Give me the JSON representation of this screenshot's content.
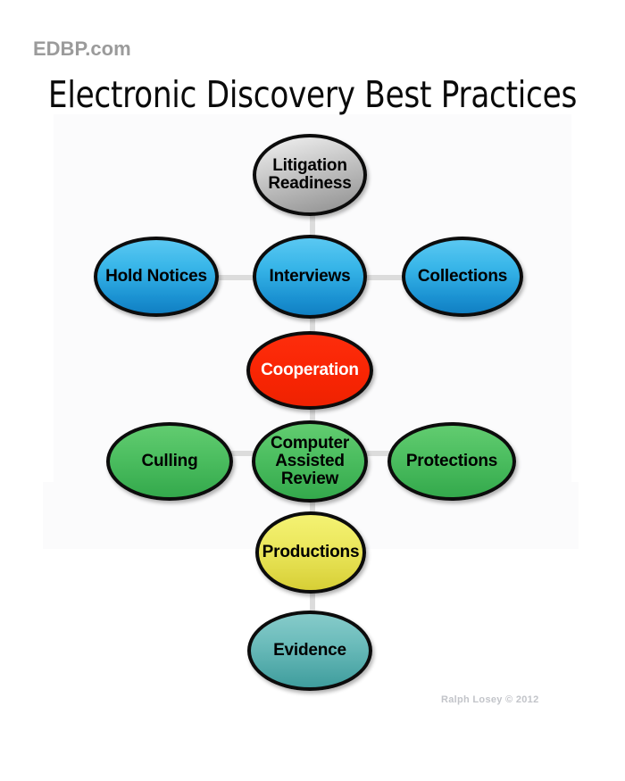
{
  "header": {
    "logo": "EDBP.com",
    "title": "Electronic Discovery Best Practices"
  },
  "footer": {
    "credit": "Ralph Losey © 2012"
  },
  "colors": {
    "gray": "#b4b4b4",
    "blue": "#1b92d2",
    "red": "#f92503",
    "green": "#4cbe60",
    "yellow": "#ebe75c",
    "teal": "#6cbcbb",
    "connector": "#dcdcdc",
    "outline": "#0c0c0c",
    "logo_text": "#9b9b9b",
    "credit_text": "#c2c4c9"
  },
  "chart_data": {
    "type": "diagram",
    "title": "Electronic Discovery Best Practices",
    "layout": "vertical spine with three 3-node horizontal rows",
    "nodes": [
      {
        "id": "litigation-readiness",
        "label": "Litigation\nReadiness",
        "color": "gray",
        "text_color": "#000000",
        "row": 1,
        "column": "center"
      },
      {
        "id": "hold-notices",
        "label": "Hold Notices",
        "color": "blue",
        "text_color": "#000000",
        "row": 2,
        "column": "left"
      },
      {
        "id": "interviews",
        "label": "Interviews",
        "color": "blue",
        "text_color": "#000000",
        "row": 2,
        "column": "center"
      },
      {
        "id": "collections",
        "label": "Collections",
        "color": "blue",
        "text_color": "#000000",
        "row": 2,
        "column": "right"
      },
      {
        "id": "cooperation",
        "label": "Cooperation",
        "color": "red",
        "text_color": "#ffffff",
        "row": 3,
        "column": "center"
      },
      {
        "id": "culling",
        "label": "Culling",
        "color": "green",
        "text_color": "#000000",
        "row": 4,
        "column": "left"
      },
      {
        "id": "computer-assisted-review",
        "label": "Computer\nAssisted\nReview",
        "color": "green",
        "text_color": "#000000",
        "row": 4,
        "column": "center"
      },
      {
        "id": "protections",
        "label": "Protections",
        "color": "green",
        "text_color": "#000000",
        "row": 4,
        "column": "right"
      },
      {
        "id": "productions",
        "label": "Productions",
        "color": "yellow",
        "text_color": "#000000",
        "row": 5,
        "column": "center"
      },
      {
        "id": "evidence",
        "label": "Evidence",
        "color": "teal",
        "text_color": "#000000",
        "row": 6,
        "column": "center"
      }
    ],
    "edges": [
      {
        "from": "litigation-readiness",
        "to": "interviews",
        "orientation": "vertical"
      },
      {
        "from": "hold-notices",
        "to": "interviews",
        "orientation": "horizontal"
      },
      {
        "from": "interviews",
        "to": "collections",
        "orientation": "horizontal"
      },
      {
        "from": "interviews",
        "to": "cooperation",
        "orientation": "vertical"
      },
      {
        "from": "cooperation",
        "to": "computer-assisted-review",
        "orientation": "vertical"
      },
      {
        "from": "culling",
        "to": "computer-assisted-review",
        "orientation": "horizontal"
      },
      {
        "from": "computer-assisted-review",
        "to": "protections",
        "orientation": "horizontal"
      },
      {
        "from": "computer-assisted-review",
        "to": "productions",
        "orientation": "vertical"
      },
      {
        "from": "productions",
        "to": "evidence",
        "orientation": "vertical"
      }
    ]
  }
}
